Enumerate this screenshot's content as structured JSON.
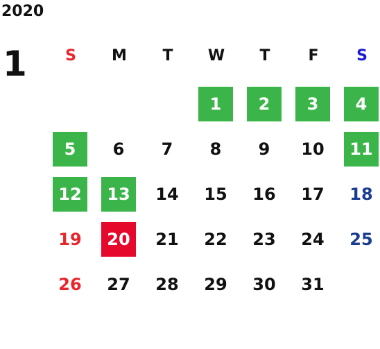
{
  "calendar": {
    "year": "2020",
    "month": "1",
    "weekdays": [
      "S",
      "M",
      "T",
      "W",
      "T",
      "F",
      "S"
    ],
    "weekday_colors": [
      "#e8262c",
      "#111111",
      "#111111",
      "#111111",
      "#111111",
      "#111111",
      "#1a1ad6"
    ],
    "first_weekday_index": 3,
    "days": [
      {
        "label": "1",
        "state": "highlight"
      },
      {
        "label": "2",
        "state": "highlight"
      },
      {
        "label": "3",
        "state": "highlight"
      },
      {
        "label": "4",
        "state": "highlight"
      },
      {
        "label": "5",
        "state": "highlight"
      },
      {
        "label": "6",
        "state": "normal"
      },
      {
        "label": "7",
        "state": "normal"
      },
      {
        "label": "8",
        "state": "normal"
      },
      {
        "label": "9",
        "state": "normal"
      },
      {
        "label": "10",
        "state": "normal"
      },
      {
        "label": "11",
        "state": "highlight"
      },
      {
        "label": "12",
        "state": "highlight"
      },
      {
        "label": "13",
        "state": "highlight"
      },
      {
        "label": "14",
        "state": "normal"
      },
      {
        "label": "15",
        "state": "normal"
      },
      {
        "label": "16",
        "state": "normal"
      },
      {
        "label": "17",
        "state": "normal"
      },
      {
        "label": "18",
        "state": "saturday"
      },
      {
        "label": "19",
        "state": "sunday"
      },
      {
        "label": "20",
        "state": "today"
      },
      {
        "label": "21",
        "state": "normal"
      },
      {
        "label": "22",
        "state": "normal"
      },
      {
        "label": "23",
        "state": "normal"
      },
      {
        "label": "24",
        "state": "normal"
      },
      {
        "label": "25",
        "state": "saturday"
      },
      {
        "label": "26",
        "state": "sunday"
      },
      {
        "label": "27",
        "state": "normal"
      },
      {
        "label": "28",
        "state": "normal"
      },
      {
        "label": "29",
        "state": "normal"
      },
      {
        "label": "30",
        "state": "normal"
      },
      {
        "label": "31",
        "state": "normal"
      }
    ],
    "colors": {
      "highlight_bg": "#3bb54a",
      "today_bg": "#e5092b",
      "sunday_text": "#e8262c",
      "saturday_text": "#1a3d8f",
      "normal_text": "#111111"
    }
  }
}
